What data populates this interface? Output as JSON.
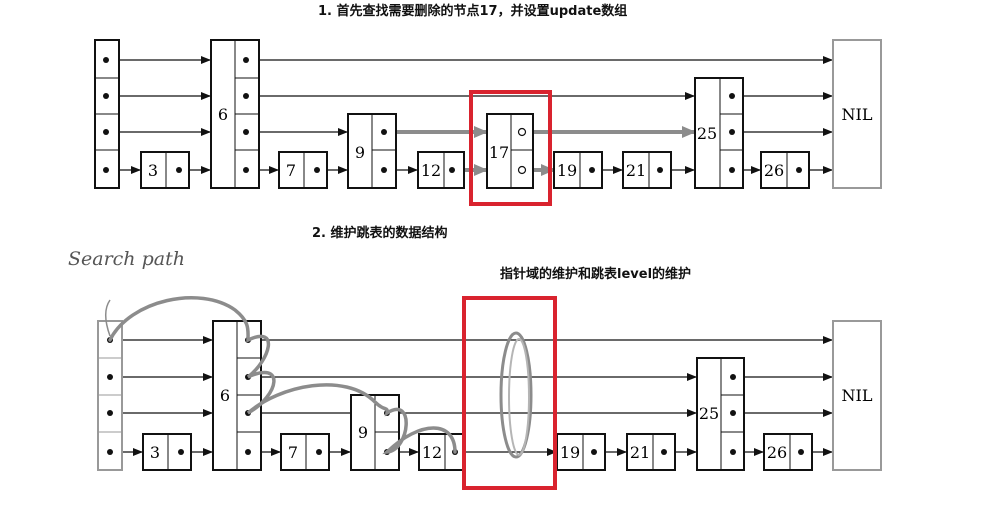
{
  "headings": {
    "step1": "1. 首先查找需要删除的节点17，并设置update数组",
    "step2": "2. 维护跳表的数据结构",
    "pointer_note": "指针域的维护和跳表level的维护"
  },
  "search_path_label": "Search path",
  "diagram1": {
    "nodes": [
      "3",
      "6",
      "7",
      "9",
      "12",
      "17",
      "19",
      "21",
      "25",
      "26"
    ],
    "nil_label": "NIL",
    "highlighted_node": "17"
  },
  "diagram2": {
    "nodes": [
      "3",
      "6",
      "7",
      "9",
      "12",
      "19",
      "21",
      "25",
      "26"
    ],
    "nil_label": "NIL"
  },
  "colors": {
    "highlight": "#d9232e",
    "path": "#8c8c8c",
    "nil_border": "#999999"
  }
}
